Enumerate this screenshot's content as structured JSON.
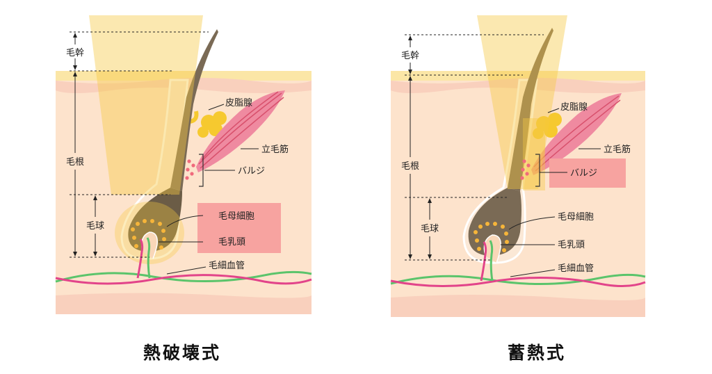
{
  "diagrams": [
    {
      "caption": "熱破壊式",
      "labels": {
        "shaft": "毛幹",
        "root": "毛根",
        "bulb": "毛球",
        "sebaceous_gland": "皮脂腺",
        "arrector_pili": "立毛筋",
        "bulge": "バルジ",
        "matrix_cells": "毛母細胞",
        "papilla": "毛乳頭",
        "capillaries": "毛細血管"
      },
      "highlighted": [
        "毛母細胞",
        "毛乳頭"
      ]
    },
    {
      "caption": "蓄熱式",
      "labels": {
        "shaft": "毛幹",
        "root": "毛根",
        "bulb": "毛球",
        "sebaceous_gland": "皮脂腺",
        "arrector_pili": "立毛筋",
        "bulge": "バルジ",
        "matrix_cells": "毛母細胞",
        "papilla": "毛乳頭",
        "capillaries": "毛細血管"
      },
      "highlighted": [
        "バルジ"
      ]
    }
  ],
  "colors": {
    "skin_top": "#fbe6a6",
    "skin": "#fde3cc",
    "skin_band": "#f9d0bd",
    "beam": "#f5c842",
    "hair": "#7a6a55",
    "hair_root_dark": "#6b5c46",
    "highlight_box": "#f7a3a0",
    "muscle": "#e76680",
    "gland": "#f6c92f",
    "vessel_green": "#5bc46b",
    "vessel_pink": "#e2448a",
    "text": "#222222"
  }
}
